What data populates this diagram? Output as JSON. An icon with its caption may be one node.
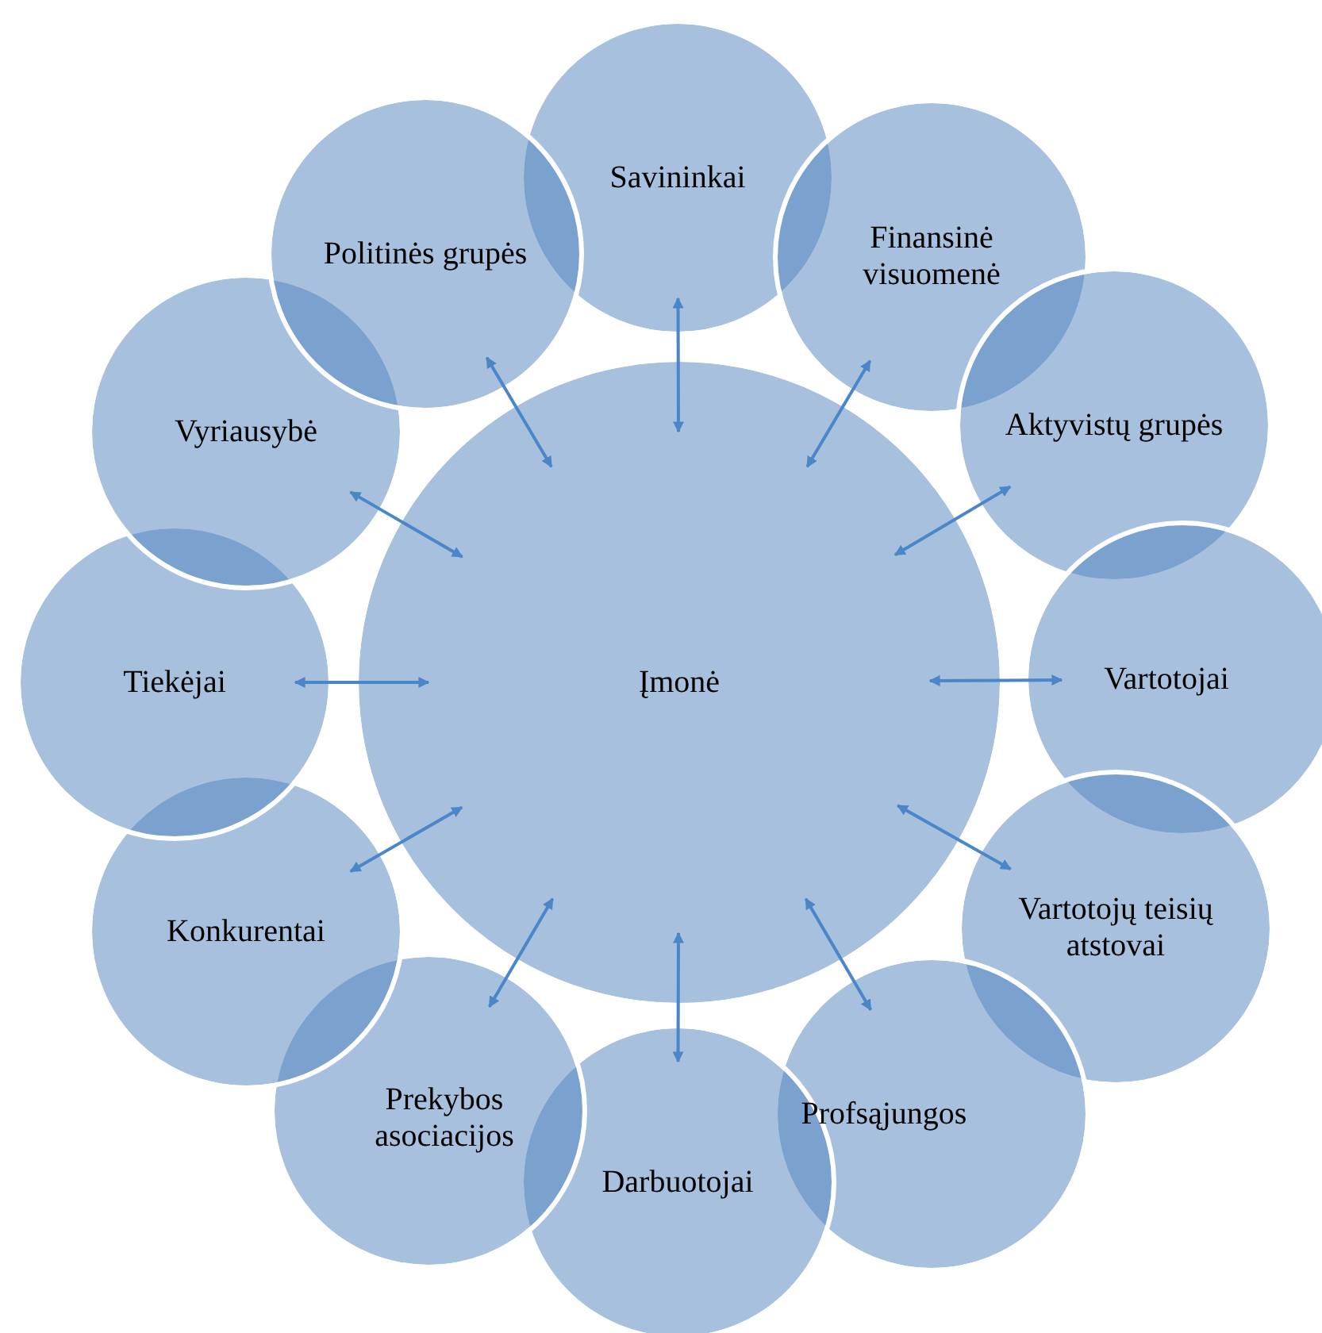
{
  "diagram": {
    "nodes": [
      {
        "text": [
          "Įmonė"
        ]
      },
      {
        "text": [
          "Savininkai"
        ]
      },
      {
        "text": [
          "Finansinė visuomenė"
        ]
      },
      {
        "text": [
          "Aktyvistų grupės"
        ]
      },
      {
        "text": [
          "Vartotojai"
        ]
      },
      {
        "text": [
          "Vartotojų teisių atstovai"
        ]
      },
      {
        "text": [
          "Profsąjungos"
        ]
      },
      {
        "text": [
          "Darbuotojai"
        ]
      },
      {
        "text": [
          "Prekybos asociacijos"
        ]
      },
      {
        "text": [
          "Konkurentai"
        ]
      },
      {
        "text": [
          "Tiekėjai"
        ]
      },
      {
        "text": [
          "Vyriausybė"
        ]
      },
      {
        "text": [
          "Politinės grupės"
        ]
      }
    ],
    "edges": [
      {
        "from": 0,
        "to": 1,
        "arrow": "both"
      },
      {
        "from": 0,
        "to": 2,
        "arrow": "both"
      },
      {
        "from": 0,
        "to": 3,
        "arrow": "both"
      },
      {
        "from": 0,
        "to": 4,
        "arrow": "both"
      },
      {
        "from": 0,
        "to": 5,
        "arrow": "both"
      },
      {
        "from": 0,
        "to": 6,
        "arrow": "both"
      },
      {
        "from": 0,
        "to": 7,
        "arrow": "both"
      },
      {
        "from": 0,
        "to": 8,
        "arrow": "both"
      },
      {
        "from": 0,
        "to": 9,
        "arrow": "both"
      },
      {
        "from": 0,
        "to": 10,
        "arrow": "both"
      },
      {
        "from": 0,
        "to": 11,
        "arrow": "both"
      },
      {
        "from": 0,
        "to": 12,
        "arrow": "both"
      }
    ]
  }
}
